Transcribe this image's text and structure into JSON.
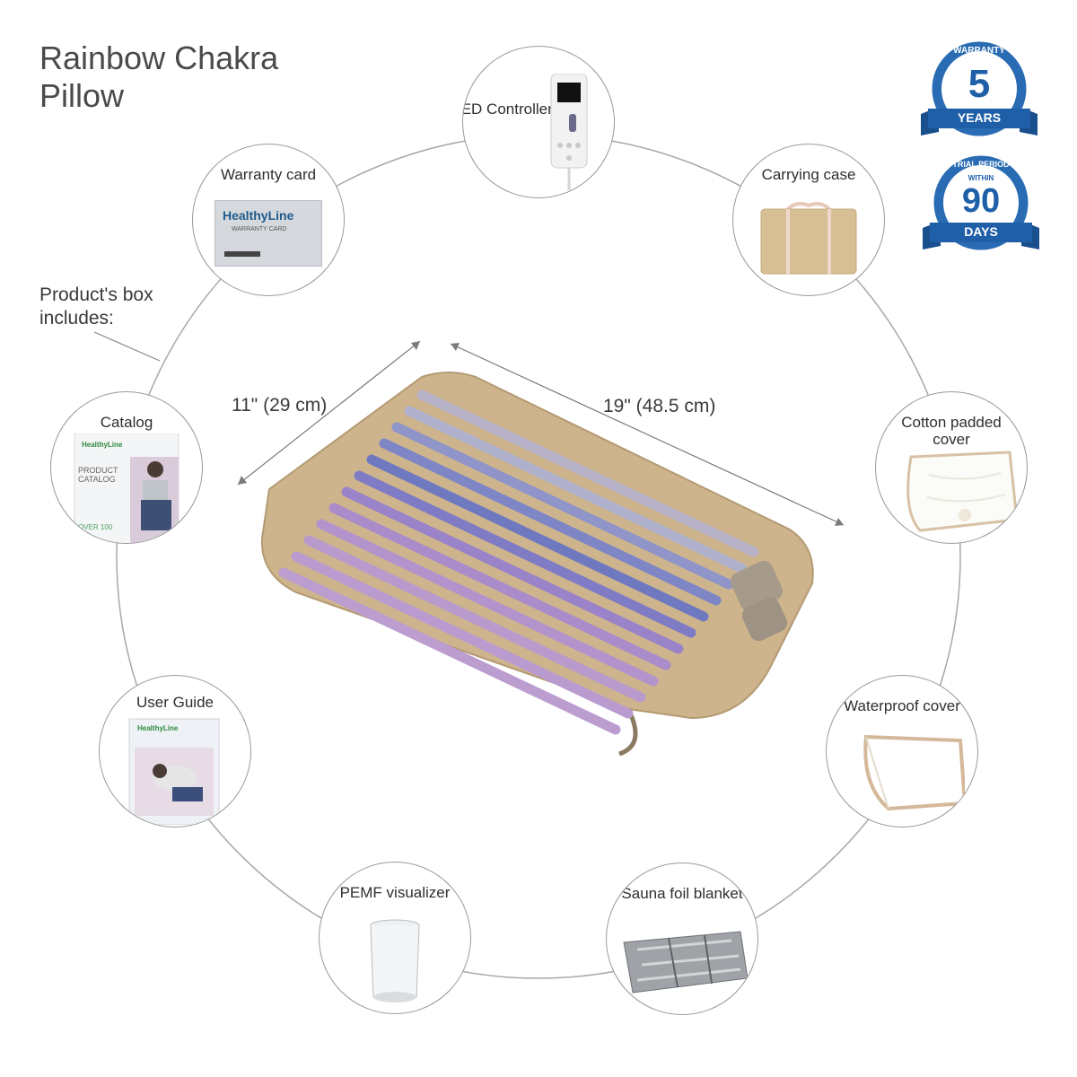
{
  "title": "Rainbow Chakra Pillow",
  "subtitle": "Product's box includes:",
  "dimensions": {
    "width": "11\" (29 cm)",
    "length": "19\" (48.5 cm)"
  },
  "items": [
    {
      "id": "led",
      "label": "LED Controller"
    },
    {
      "id": "carry",
      "label": "Carrying case"
    },
    {
      "id": "cotton",
      "label": "Cotton padded cover"
    },
    {
      "id": "water",
      "label": "Waterproof cover"
    },
    {
      "id": "sauna",
      "label": "Sauna foil blanket"
    },
    {
      "id": "pemf",
      "label": "PEMF visualizer"
    },
    {
      "id": "guide",
      "label": "User Guide"
    },
    {
      "id": "catalog",
      "label": "Catalog"
    },
    {
      "id": "warranty",
      "label": "Warranty card"
    }
  ],
  "warranty_card": {
    "brand": "HealthyLine",
    "text": "WARRANTY CARD"
  },
  "catalog_card": {
    "brand": "HealthyLine",
    "heading": "PRODUCT CATALOG",
    "foot": "OVER 100"
  },
  "guide_card": {
    "brand": "HealthyLine"
  },
  "badges": [
    {
      "top": "WARRANTY",
      "num": "5",
      "bottom": "YEARS"
    },
    {
      "top": "TRIAL PERIOD",
      "mid": "WITHIN",
      "num": "90",
      "bottom": "DAYS"
    }
  ],
  "colors": {
    "badge_blue": "#1f5fa8",
    "pillow_tan": "#cdb48d",
    "circle_stroke": "#9a9a9a"
  }
}
